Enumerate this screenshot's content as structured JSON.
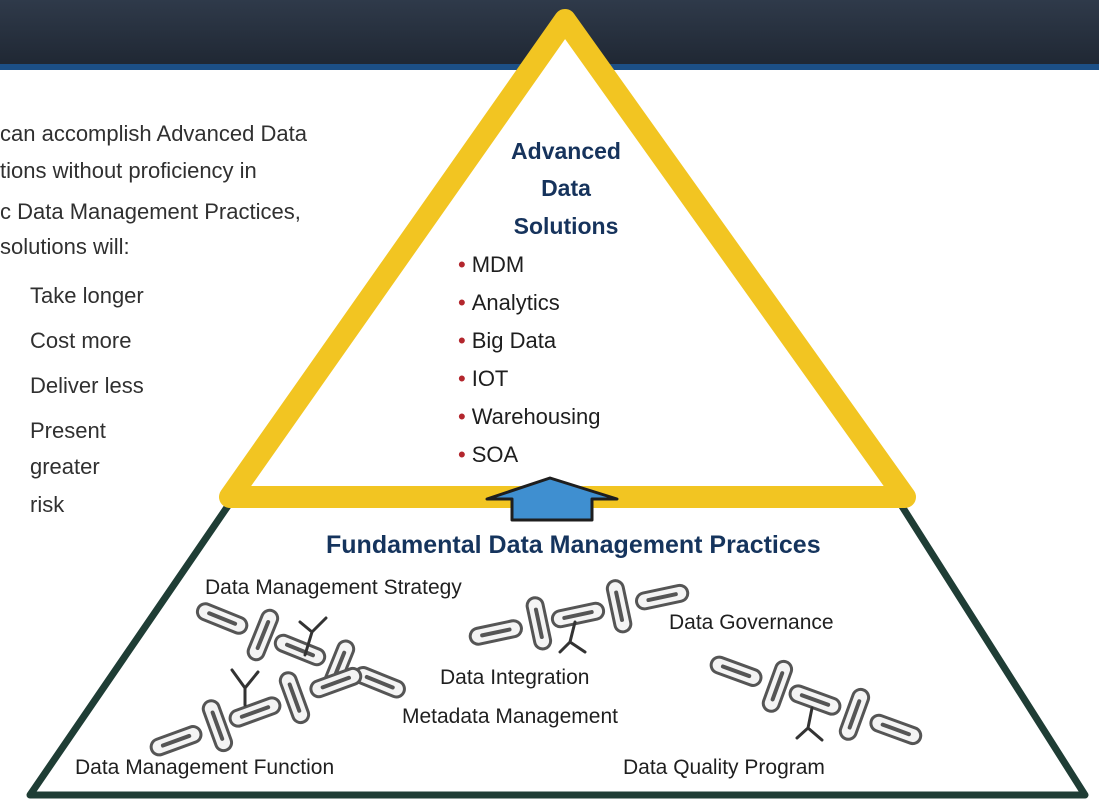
{
  "left_panel": {
    "intro_lines": [
      "can accomplish Advanced Data",
      "tions without proficiency in",
      "c Data Management Practices,",
      "solutions will:"
    ],
    "consequences": [
      "Take longer",
      "Cost more",
      "Deliver less"
    ],
    "present_lines": [
      "Present",
      "greater",
      "risk"
    ]
  },
  "apex": {
    "title_lines": [
      "Advanced",
      "Data",
      "Solutions"
    ],
    "items": [
      "MDM",
      "Analytics",
      "Big Data",
      "IOT",
      "Warehousing",
      "SOA"
    ],
    "bullet_glyph": "•"
  },
  "base": {
    "title": "Fundamental Data Management Practices",
    "labels": {
      "strategy": "Data Management Strategy",
      "governance": "Data Governance",
      "integration": "Data Integration",
      "metadata": "Metadata Management",
      "function": "Data Management Function",
      "quality": "Data Quality Program"
    }
  },
  "colors": {
    "header": "#1f2733",
    "header_accent": "#1c4f86",
    "triangle_gold": "#f2c522",
    "triangle_base_green": "#1f3d35",
    "arrow": "#3f8fd0",
    "title_navy": "#16335c",
    "bullet_red": "#b3262d"
  },
  "icons": [
    "up-arrow-icon",
    "chain-icon"
  ]
}
